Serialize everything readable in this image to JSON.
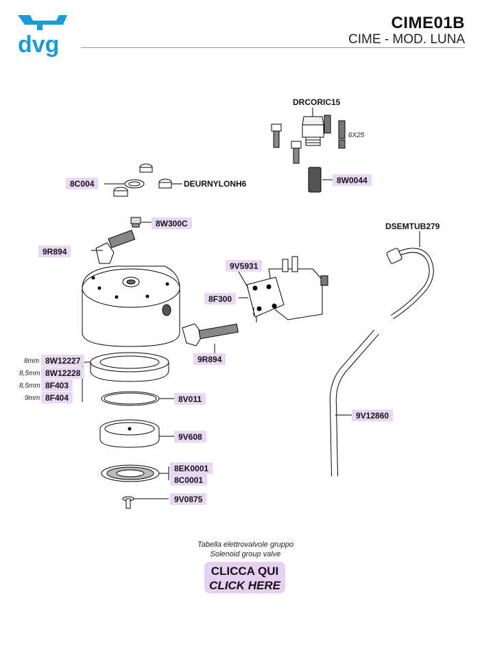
{
  "header": {
    "code": "CIME01B",
    "model": "CIME - MOD. LUNA"
  },
  "brand": {
    "logo_text": "dvg",
    "logo_color": "#1a9ad6"
  },
  "colors": {
    "label_bg": "#e9d8f3",
    "cta_bg": "#e6cff1",
    "line": "#000000"
  },
  "parts": {
    "drcoric15": "DRCORIC15",
    "screw_6x25": "6X25",
    "p8w0044": "8W0044",
    "p8c004": "8C004",
    "deurnylonh6": "DEURNYLONH6",
    "p8w300c": "8W300C",
    "dsemtub279": "DSEMTUB279",
    "p9r894_top": "9R894",
    "p9v5931": "9V5931",
    "p8f300": "8F300",
    "p9r894_bottom": "9R894",
    "p9v12860": "9V12860",
    "p8v011": "8V011",
    "p9v608": "9V608",
    "p8ek0001": "8EK0001",
    "p8c0001": "8C0001",
    "p9v0875": "9V0875"
  },
  "gaskets": [
    {
      "size": "8mm",
      "code": "8W12227"
    },
    {
      "size": "8,5mm",
      "code": "8W12228"
    },
    {
      "size": "8,5mm",
      "code": "8F403"
    },
    {
      "size": "9mm",
      "code": "8F404"
    }
  ],
  "footer": {
    "note_it": "Tabella elettrovalvole gruppo",
    "note_en": "Solenoid group valve",
    "cta_it": "CLICCA QUI",
    "cta_en": "CLICK HERE"
  }
}
